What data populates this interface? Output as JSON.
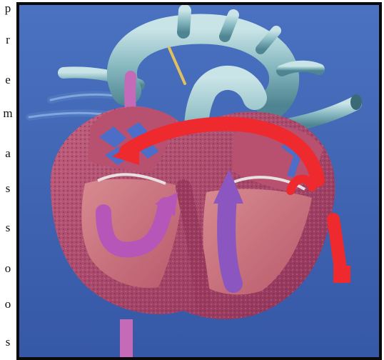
{
  "margin_glyphs": [
    "p",
    "r",
    "e",
    "m",
    "a",
    "s",
    "s",
    "o",
    "o",
    "s"
  ],
  "colors": {
    "background": "#3e66b4",
    "frame": "#0a0a0a",
    "myocardium": "#a6426a",
    "chamber_wall": "#c9707e",
    "great_vessels": "#7fb2bc",
    "venous_flow": "#b656b8",
    "arterial_flow": "#ee2a2e",
    "oxygen_flow_blue": "#4c6ec8"
  }
}
